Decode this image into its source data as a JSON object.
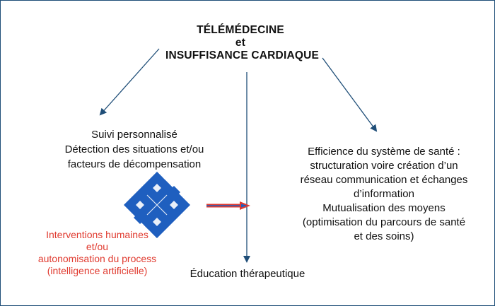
{
  "title": {
    "line1": "TÉLÉMÉDECINE",
    "line2": "et",
    "line3": "INSUFFISANCE CARDIAQUE"
  },
  "left_block": {
    "line1": "Suivi personnalisé",
    "line2": "Détection des situations et/ou",
    "line3": "facteurs de décompensation"
  },
  "right_block": {
    "line1": "Efficience du système de santé :",
    "line2": "structuration voire création d’un",
    "line3": "réseau communication et échanges",
    "line4": "d’information",
    "line5": "Mutualisation des moyens",
    "line6": "(optimisation du parcours de santé",
    "line7": "et des soins)"
  },
  "red_block": {
    "line1": "Interventions humaines",
    "line2": "et/ou",
    "line3": "autonomisation du process",
    "line4": "(intelligence artificielle)"
  },
  "bottom_label": "Éducation thérapeutique",
  "colors": {
    "arrow": "#1f4e78",
    "diamond": "#1f5fbf",
    "red_text": "#e03a2f",
    "red_arrow": "#e03a2f"
  }
}
